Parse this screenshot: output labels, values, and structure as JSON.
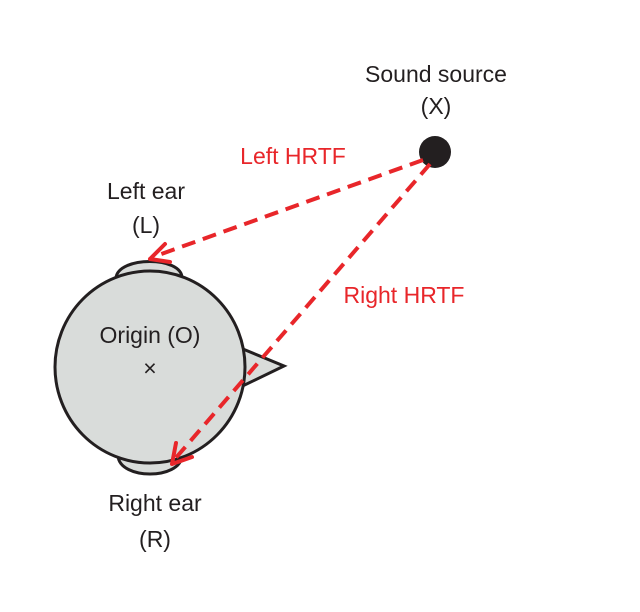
{
  "labels": {
    "sound_source": "Sound source",
    "sound_source_symbol": "(X)",
    "left_ear": "Left ear",
    "left_ear_symbol": "(L)",
    "right_ear": "Right ear",
    "right_ear_symbol": "(R)",
    "origin": "Origin (O)",
    "origin_marker": "×",
    "left_hrtf": "Left HRTF",
    "right_hrtf": "Right HRTF"
  },
  "colors": {
    "head_fill": "#d9dcda",
    "outline": "#231f20",
    "hrtf_path": "#e8262a",
    "text": "#231f20"
  }
}
